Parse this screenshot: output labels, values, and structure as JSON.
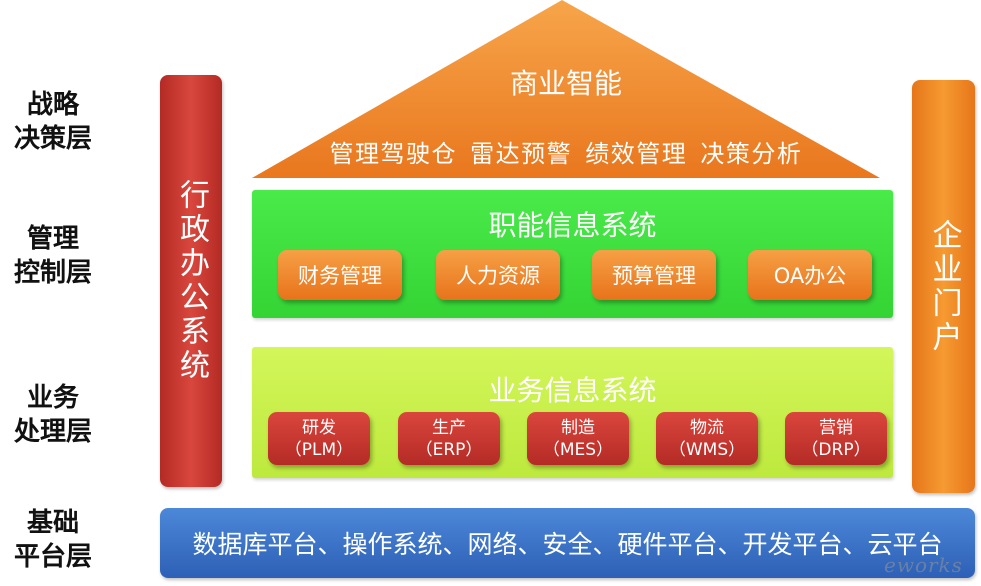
{
  "layers": [
    {
      "line1": "战略",
      "line2": "决策层"
    },
    {
      "line1": "管理",
      "line2": "控制层"
    },
    {
      "line1": "业务",
      "line2": "处理层"
    },
    {
      "line1": "基础",
      "line2": "平台层"
    }
  ],
  "admin_bar": {
    "label": "行政办公系统"
  },
  "portal_bar": {
    "label": "企业门户"
  },
  "bi": {
    "title": "商业智能",
    "subtitle": "管理驾驶仓 雷达预警 绩效管理 决策分析"
  },
  "functional": {
    "title": "职能信息系统",
    "items": [
      "财务管理",
      "人力资源",
      "预算管理",
      "OA办公"
    ]
  },
  "business": {
    "title": "业务信息系统",
    "items": [
      {
        "name": "研发",
        "code": "（PLM）"
      },
      {
        "name": "生产",
        "code": "（ERP）"
      },
      {
        "name": "制造",
        "code": "（MES）"
      },
      {
        "name": "物流",
        "code": "（WMS）"
      },
      {
        "name": "营销",
        "code": "（DRP）"
      }
    ]
  },
  "platform": {
    "label": "数据库平台、操作系统、网络、安全、硬件平台、开发平台、云平台"
  },
  "watermark": "eworks",
  "colors": {
    "triangle_top": "#f7a54a",
    "triangle_bottom": "#e9771e"
  }
}
